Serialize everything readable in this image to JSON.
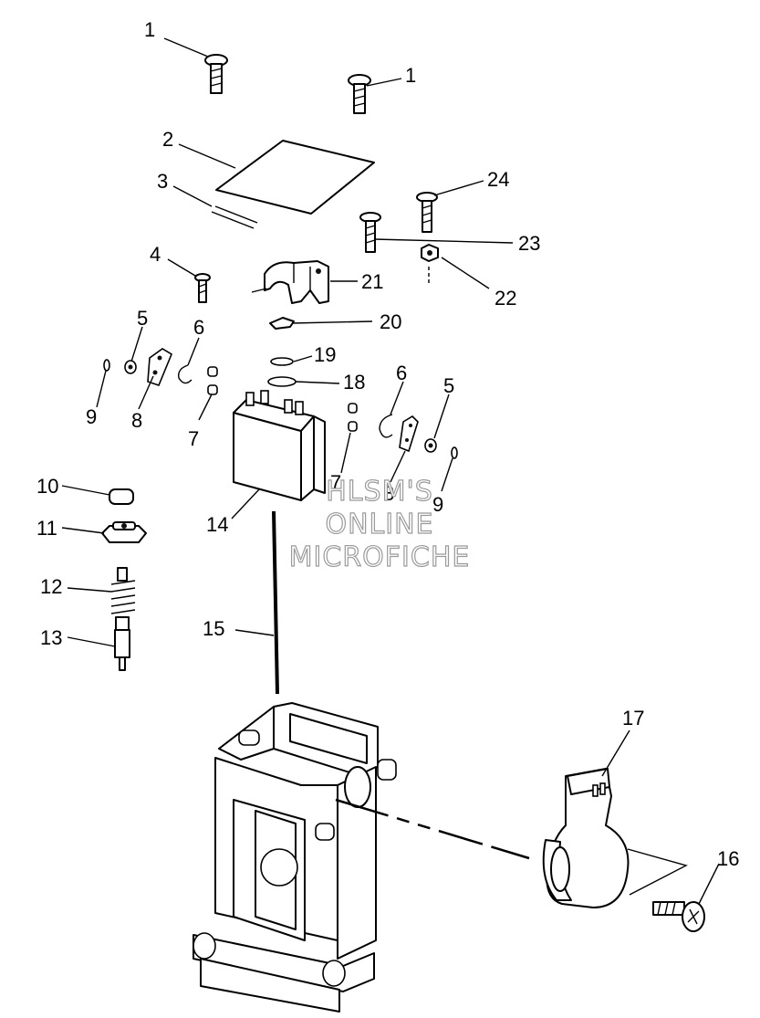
{
  "callouts": [
    "1",
    "1",
    "2",
    "3",
    "24",
    "23",
    "4",
    "21",
    "22",
    "20",
    "5",
    "6",
    "19",
    "18",
    "6",
    "5",
    "9",
    "8",
    "7",
    "7",
    "8",
    "9",
    "10",
    "14",
    "11",
    "12",
    "15",
    "13",
    "17",
    "16"
  ],
  "watermark": [
    "HLSM'S",
    "ONLINE",
    "MICROFICHE"
  ]
}
